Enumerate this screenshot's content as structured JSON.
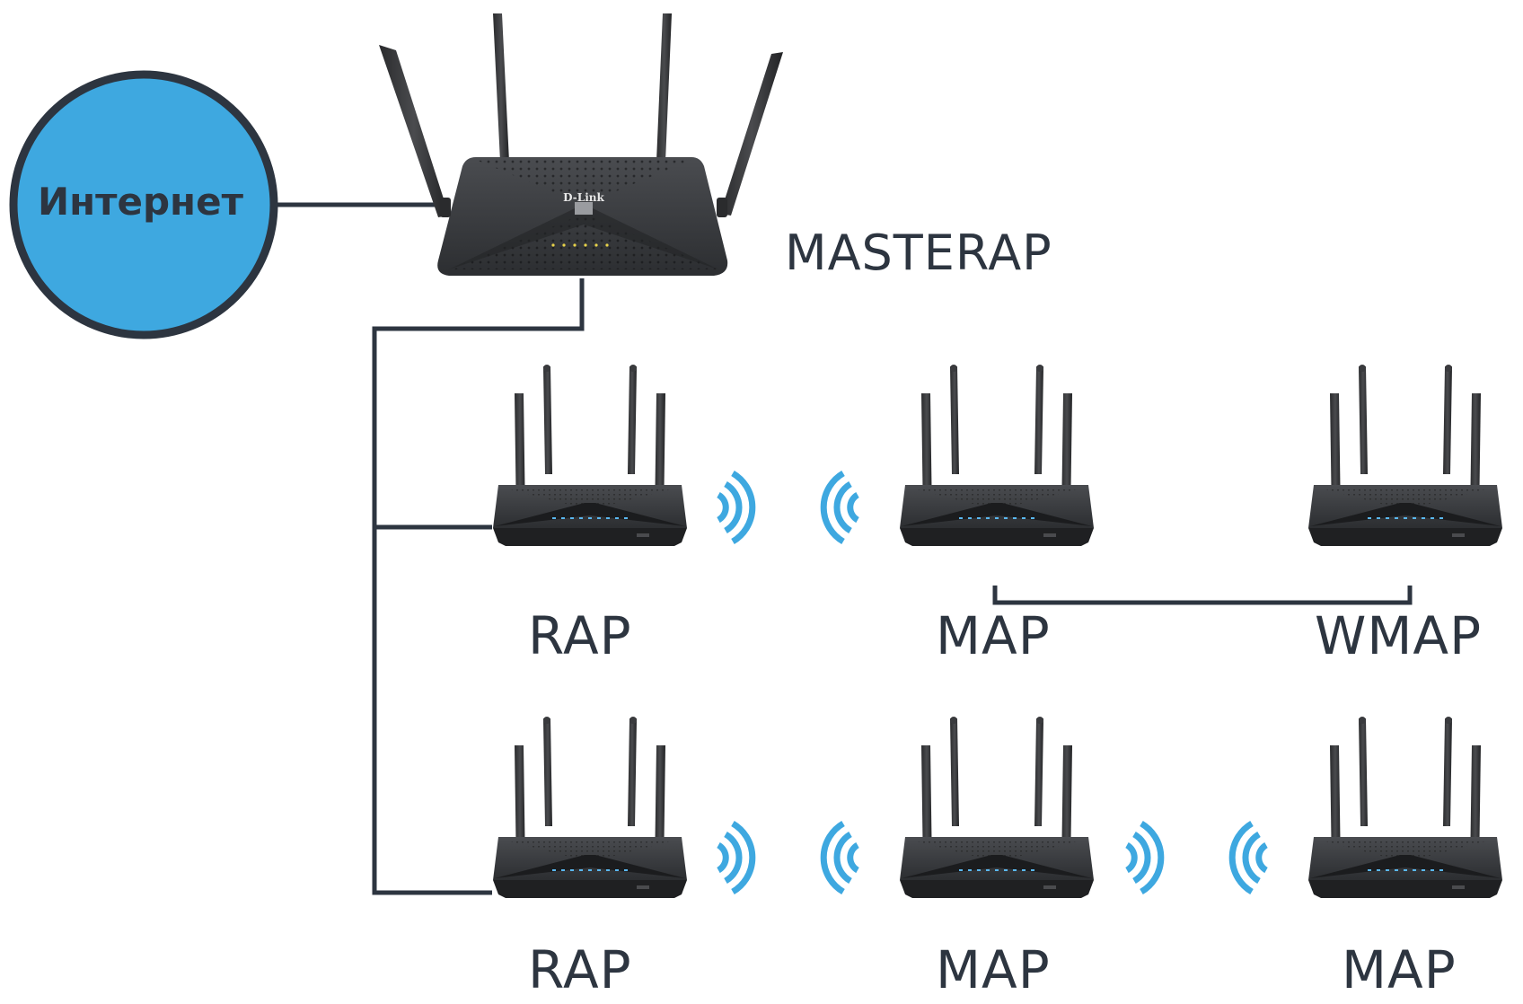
{
  "title": "Mesh network topology",
  "colors": {
    "line": "#2d3540",
    "internet_fill": "#3ea8e0",
    "internet_stroke": "#2d3540",
    "wifi": "#3ea8e0",
    "router_body": "#3a3c3f",
    "router_base": "#1f2022",
    "led_master": "#e8d34a",
    "led_node": "#5ab8f0"
  },
  "internet": {
    "label": "Интернет"
  },
  "master": {
    "label": "MASTERAP",
    "brand": "D-Link"
  },
  "rows": [
    {
      "nodes": [
        {
          "id": "rap1",
          "label": "RAP"
        },
        {
          "id": "map1",
          "label": "MAP"
        },
        {
          "id": "wmap1",
          "label": "WMAP"
        }
      ]
    },
    {
      "nodes": [
        {
          "id": "rap2",
          "label": "RAP"
        },
        {
          "id": "map2",
          "label": "MAP"
        },
        {
          "id": "map3",
          "label": "MAP"
        }
      ]
    }
  ],
  "links": [
    {
      "from": "internet",
      "to": "master",
      "type": "wired"
    },
    {
      "from": "master",
      "to": "rap1",
      "type": "wired"
    },
    {
      "from": "master",
      "to": "rap2",
      "type": "wired"
    },
    {
      "from": "rap1",
      "to": "map1",
      "type": "wireless"
    },
    {
      "from": "map1",
      "to": "wmap1",
      "type": "wired"
    },
    {
      "from": "rap2",
      "to": "map2",
      "type": "wireless"
    },
    {
      "from": "map2",
      "to": "map3",
      "type": "wireless"
    }
  ]
}
